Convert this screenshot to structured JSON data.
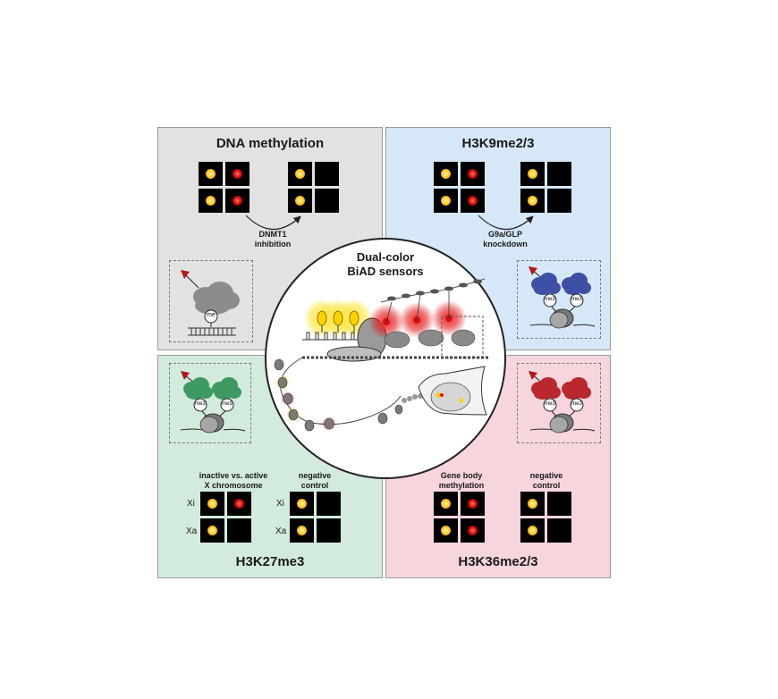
{
  "center": {
    "title_line1": "Dual-color",
    "title_line2": "BiAD sensors"
  },
  "panels": {
    "dna_methylation": {
      "title": "DNA methylation",
      "arrow_label_line1": "DNMT1",
      "arrow_label_line2": "inhibition",
      "me_label": "me",
      "color": "#e2e2e2"
    },
    "h3k9": {
      "title": "H3K9me2/3",
      "arrow_label_line1": "G9a/GLP",
      "arrow_label_line2": "knockdown",
      "me_label": "me3",
      "color": "#d6e8f7"
    },
    "h3k27": {
      "title": "H3K27me3",
      "left_header_line1": "inactive vs. active",
      "left_header_line2": "X chromosome",
      "right_header_line1": "negative",
      "right_header_line2": "control",
      "row1": "Xi",
      "row2": "Xa",
      "me_label": "me3",
      "color": "#d3ebdc"
    },
    "h3k36": {
      "title": "H3K36me2/3",
      "left_header_line1": "Gene body",
      "left_header_line2": "methylation",
      "right_header_line1": "negative",
      "right_header_line2": "control",
      "me_label": "me3",
      "color": "#f6d5dc"
    }
  }
}
